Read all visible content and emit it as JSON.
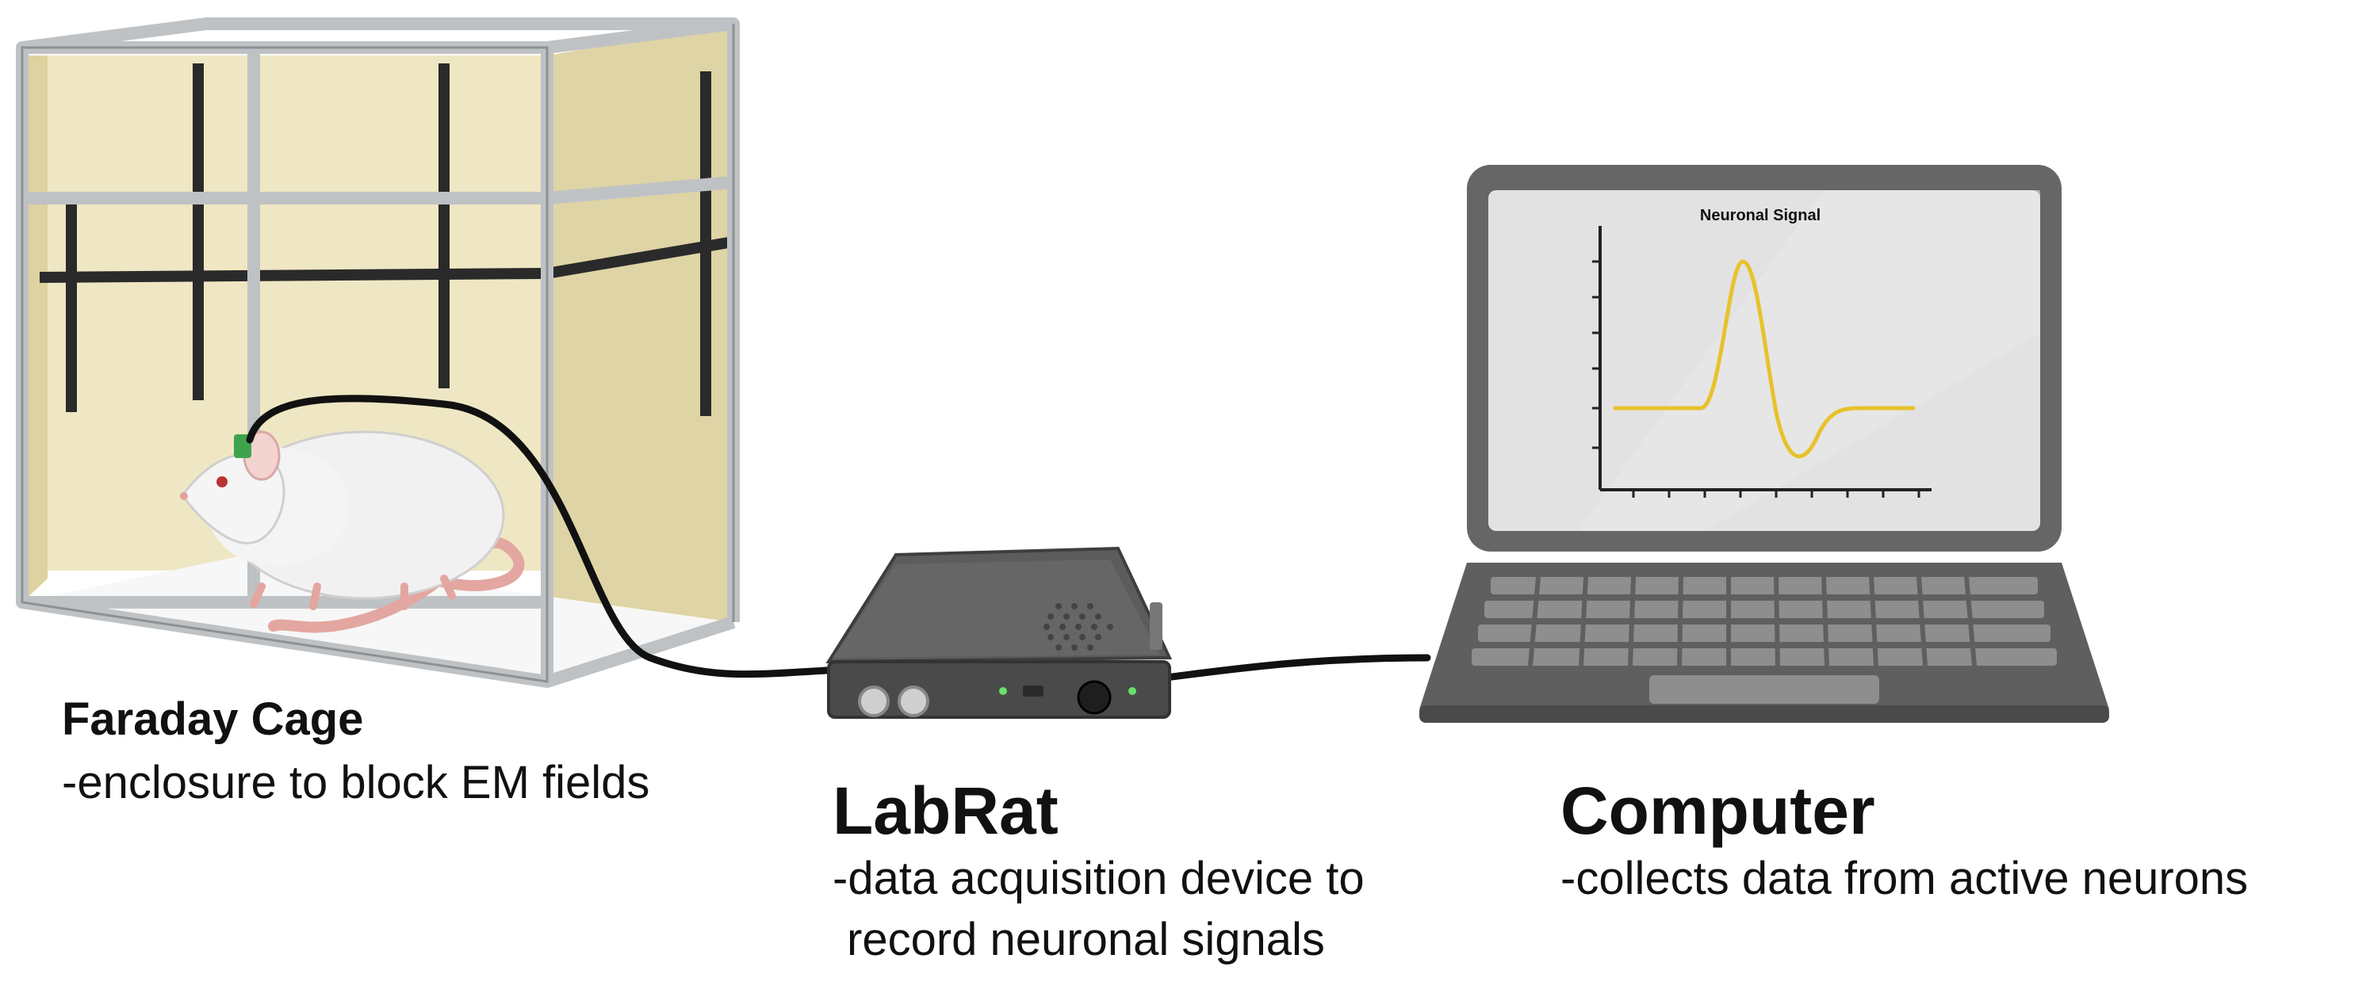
{
  "faraday_cage": {
    "title": "Faraday Cage",
    "description": "-enclosure to block EM fields"
  },
  "labrat": {
    "title": "LabRat",
    "description_line1": "-data acquisition device to",
    "description_line2": " record neuronal signals"
  },
  "computer": {
    "title": "Computer",
    "description": "-collects data from active neurons",
    "screen_plot_title": "Neuronal Signal"
  },
  "colors": {
    "cage_panel": "#ece3b8",
    "cage_frame": "#bfc2c4",
    "device_body": "#5c5c5c",
    "laptop_body": "#666666",
    "screen_bg": "#e2e2e2",
    "signal_trace": "#e8c22c",
    "cable": "#111111"
  }
}
